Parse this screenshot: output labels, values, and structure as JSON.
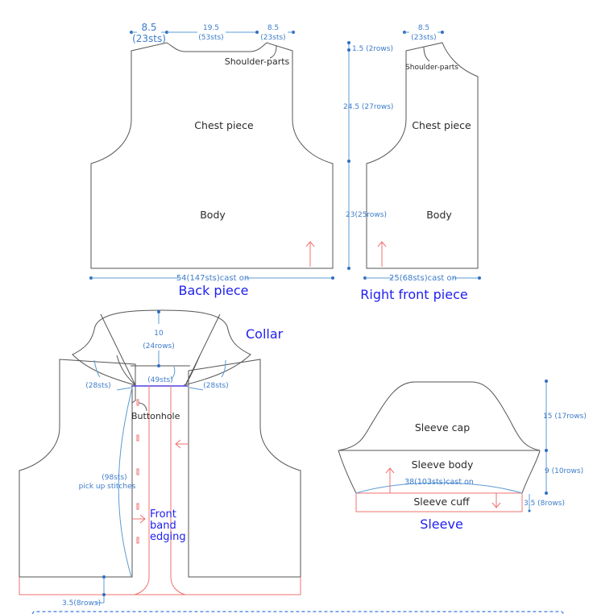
{
  "back_piece": {
    "title": "Back piece",
    "shoulder_left": {
      "cm": "8.5",
      "sts": "(23sts)"
    },
    "neck": {
      "cm": "19.5",
      "sts": "(53sts)"
    },
    "shoulder_right": {
      "cm": "8.5",
      "sts": "(23sts)"
    },
    "shoulder_label": "Shoulder-parts",
    "chest_label": "Chest piece",
    "body_label": "Body",
    "cast_on": "54(147sts)cast on"
  },
  "height_dims": {
    "shoulder": "1.5 (2rows)",
    "chest": "24.5  (27rows)",
    "body": "23(25rows)"
  },
  "right_front_piece": {
    "title": "Right front piece",
    "shoulder": {
      "cm": "8.5",
      "sts": "(23sts)"
    },
    "shoulder_label": "Shoulder-parts",
    "chest_label": "Chest piece",
    "body_label": "Body",
    "cast_on": "25(68sts)cast on"
  },
  "front_assembly": {
    "collar_title": "Collar",
    "collar_height": {
      "cm": "10",
      "rows": "(24rows)"
    },
    "collar_center": "(49sts)",
    "collar_left": "(28sts)",
    "collar_right": "(28sts)",
    "buttonhole_label": "Buttonhole",
    "pickup": {
      "sts": "(98sts)",
      "label": "pick up stitches"
    },
    "front_band_lines": [
      "Front",
      "band",
      "edging"
    ],
    "hem": "3.5(8rows)"
  },
  "sleeve": {
    "title": "Sleeve",
    "cap_label": "Sleeve cap",
    "body_label": "Sleeve body",
    "cuff_label": "Sleeve cuff",
    "cast_on": "38(103sts)cast on",
    "cap_height": "15 (17rows)",
    "body_height": "9 (10rows)",
    "cuff_height": "3.5 (8rows)"
  }
}
